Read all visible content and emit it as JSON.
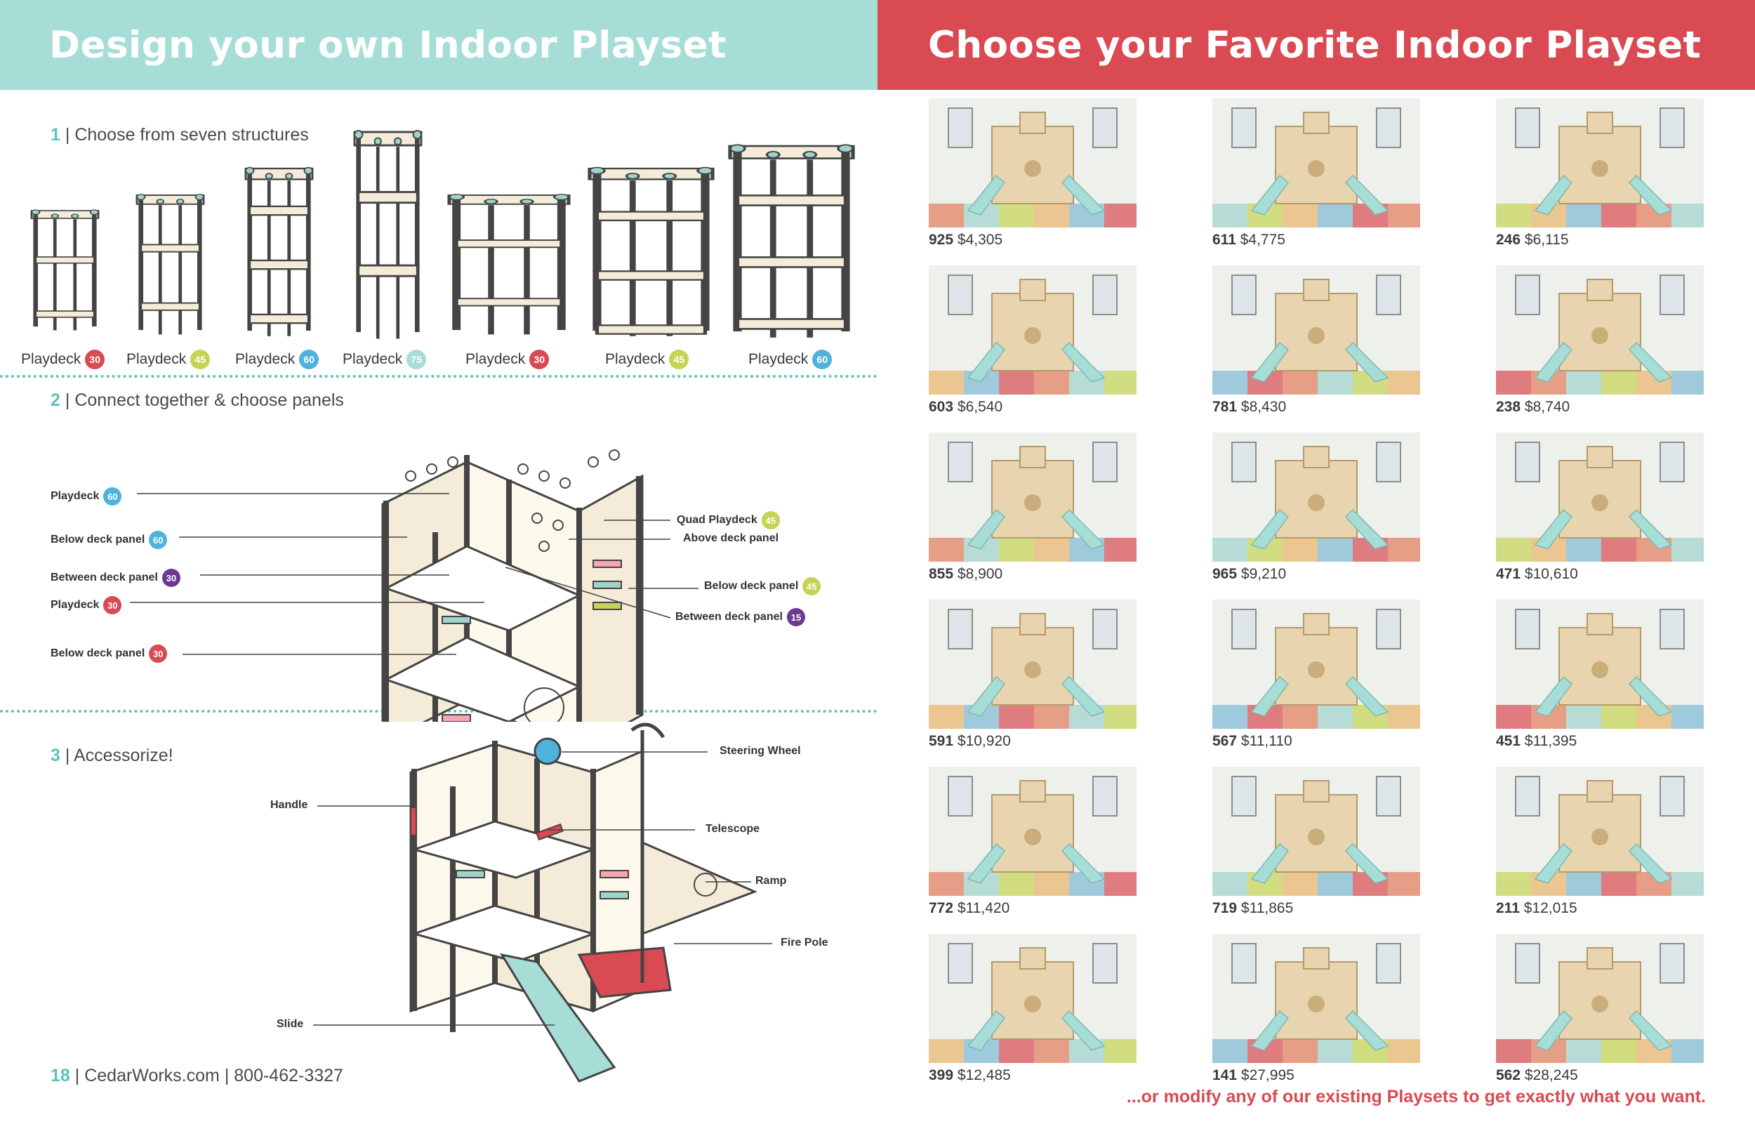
{
  "left": {
    "title": "Design your own Indoor Playset",
    "steps": [
      {
        "num": "1",
        "sep": "|",
        "text": "Choose from seven structures"
      },
      {
        "num": "2",
        "sep": "|",
        "text": "Connect together & choose panels"
      },
      {
        "num": "3",
        "sep": "|",
        "text": "Accessorize!"
      }
    ],
    "structures": [
      {
        "label": "Playdeck",
        "badge": "30",
        "color": "#d94a52"
      },
      {
        "label": "Playdeck",
        "badge": "45",
        "color": "#c5d452"
      },
      {
        "label": "Playdeck",
        "badge": "60",
        "color": "#4fb3dc"
      },
      {
        "label": "Playdeck",
        "badge": "75",
        "color": "#a7ddd7"
      },
      {
        "label": "Playdeck",
        "badge": "30",
        "color": "#d94a52"
      },
      {
        "label": "Playdeck",
        "badge": "45",
        "color": "#c5d452"
      },
      {
        "label": "Playdeck",
        "badge": "60",
        "color": "#4fb3dc"
      }
    ],
    "panel_callouts_left": [
      {
        "label": "Playdeck",
        "badge": "60",
        "color": "#4fb3dc"
      },
      {
        "label": "Below deck panel",
        "badge": "60",
        "color": "#4fb3dc"
      },
      {
        "label": "Between deck panel",
        "badge": "30",
        "color": "#6b3a8e"
      },
      {
        "label": "Playdeck",
        "badge": "30",
        "color": "#d94a52"
      },
      {
        "label": "Below deck panel",
        "badge": "30",
        "color": "#d94a52"
      }
    ],
    "panel_callouts_right": [
      {
        "label": "Quad Playdeck",
        "badge": "45",
        "color": "#c5d452"
      },
      {
        "label": "Above deck panel",
        "badge": "",
        "color": ""
      },
      {
        "label": "Below deck panel",
        "badge": "45",
        "color": "#c5d452"
      },
      {
        "label": "Between deck panel",
        "badge": "15",
        "color": "#6b3a8e"
      }
    ],
    "accessories": {
      "handle": "Handle",
      "slide": "Slide",
      "steering_wheel": "Steering Wheel",
      "telescope": "Telescope",
      "ramp": "Ramp",
      "fire_pole": "Fire Pole"
    },
    "footer": {
      "page": "18",
      "site": "CedarWorks.com",
      "phone": "800-462-3327",
      "sep": "|"
    }
  },
  "right": {
    "title": "Choose your Favorite Indoor Playset",
    "playsets": [
      {
        "id": "925",
        "price": "$4,305"
      },
      {
        "id": "611",
        "price": "$4,775"
      },
      {
        "id": "246",
        "price": "$6,115"
      },
      {
        "id": "603",
        "price": "$6,540"
      },
      {
        "id": "781",
        "price": "$8,430"
      },
      {
        "id": "238",
        "price": "$8,740"
      },
      {
        "id": "855",
        "price": "$8,900"
      },
      {
        "id": "965",
        "price": "$9,210"
      },
      {
        "id": "471",
        "price": "$10,610"
      },
      {
        "id": "591",
        "price": "$10,920"
      },
      {
        "id": "567",
        "price": "$11,110"
      },
      {
        "id": "451",
        "price": "$11,395"
      },
      {
        "id": "772",
        "price": "$11,420"
      },
      {
        "id": "719",
        "price": "$11,865"
      },
      {
        "id": "211",
        "price": "$12,015"
      },
      {
        "id": "399",
        "price": "$12,485"
      },
      {
        "id": "141",
        "price": "$27,995"
      },
      {
        "id": "562",
        "price": "$28,245"
      }
    ],
    "tagline": "...or modify any of our existing Playsets to get exactly what you want."
  },
  "colors": {
    "teal": "#a7ddd7",
    "red": "#d94a52",
    "accent_teal": "#5cc3be",
    "wood": "#e8d4ae"
  }
}
